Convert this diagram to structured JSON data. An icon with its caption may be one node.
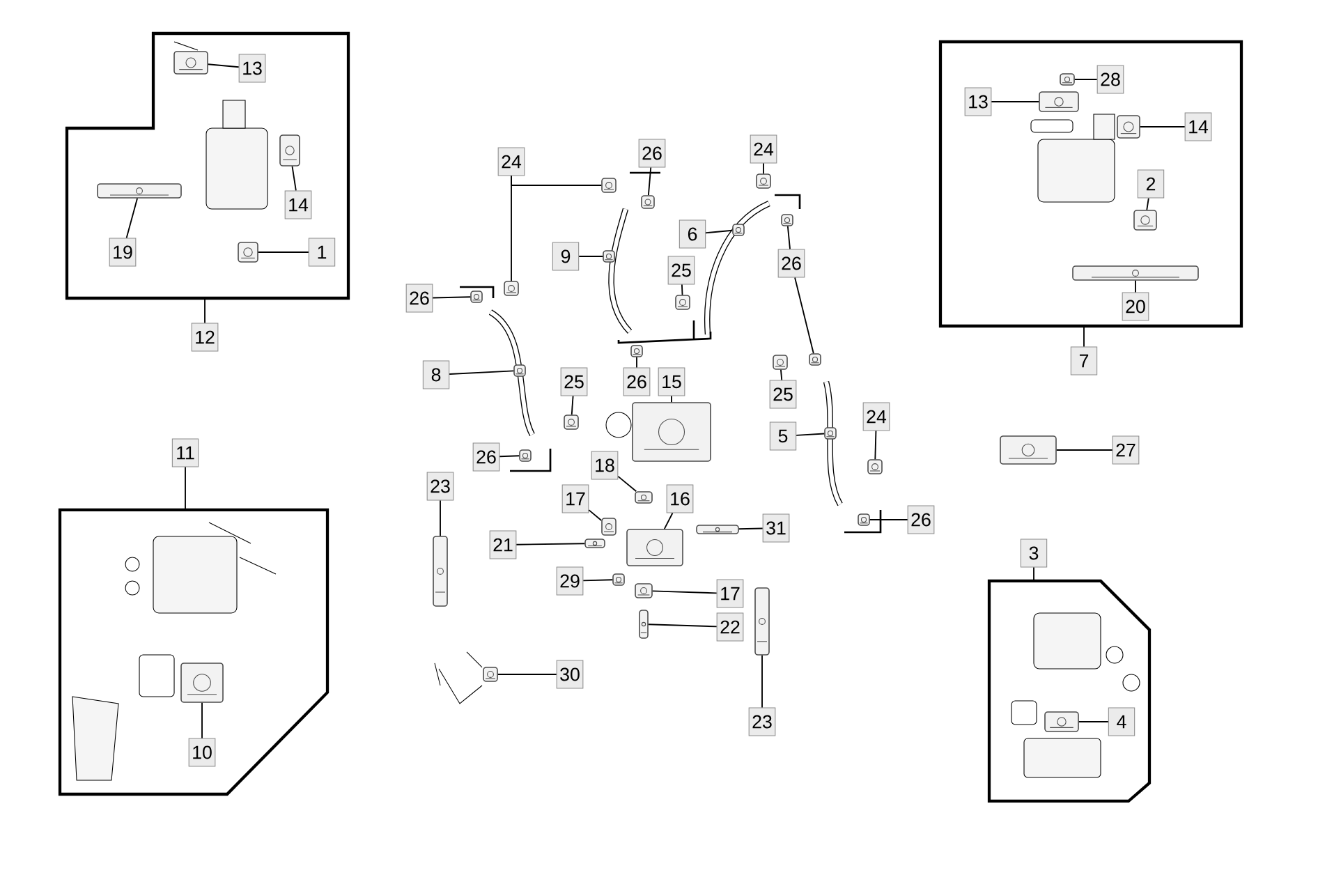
{
  "diagram": {
    "nodes": [
      {
        "text": [],
        "shape": "box"
      },
      {
        "text": [
          "13"
        ],
        "in": 0
      },
      {
        "text": [
          "14"
        ],
        "in": 0
      },
      {
        "text": [
          "1"
        ],
        "in": 0
      },
      {
        "text": [
          "19"
        ],
        "in": 0
      },
      {
        "text": [
          "12"
        ]
      },
      {
        "text": [],
        "shape": "box"
      },
      {
        "text": [
          "28"
        ],
        "in": 6
      },
      {
        "text": [
          "13"
        ],
        "in": 6
      },
      {
        "text": [
          "14"
        ],
        "in": 6
      },
      {
        "text": [
          "2"
        ],
        "in": 6
      },
      {
        "text": [
          "20"
        ],
        "in": 6
      },
      {
        "text": [
          "7"
        ]
      },
      {
        "text": [
          "24"
        ]
      },
      {
        "text": [
          "26"
        ]
      },
      {
        "text": [
          "24"
        ]
      },
      {
        "text": [
          "6"
        ]
      },
      {
        "text": [
          "9"
        ]
      },
      {
        "text": [
          "25"
        ]
      },
      {
        "text": [
          "26"
        ]
      },
      {
        "text": [
          "26"
        ]
      },
      {
        "text": [
          "8"
        ]
      },
      {
        "text": [
          "25"
        ]
      },
      {
        "text": [
          "26"
        ]
      },
      {
        "text": [
          "15"
        ]
      },
      {
        "text": [
          "26"
        ]
      },
      {
        "text": [
          "5"
        ]
      },
      {
        "text": [
          "25"
        ]
      },
      {
        "text": [
          "24"
        ]
      },
      {
        "text": [
          "26"
        ]
      },
      {
        "text": [
          "27"
        ]
      },
      {
        "text": [
          "11"
        ]
      },
      {
        "text": [],
        "shape": "box"
      },
      {
        "text": [
          "10"
        ],
        "in": 32
      },
      {
        "text": [
          "18"
        ]
      },
      {
        "text": [
          "17"
        ]
      },
      {
        "text": [
          "16"
        ]
      },
      {
        "text": [
          "31"
        ]
      },
      {
        "text": [
          "23"
        ]
      },
      {
        "text": [
          "21"
        ]
      },
      {
        "text": [
          "29"
        ]
      },
      {
        "text": [
          "17"
        ]
      },
      {
        "text": [
          "22"
        ]
      },
      {
        "text": [
          "30"
        ]
      },
      {
        "text": [
          "23"
        ]
      },
      {
        "text": [
          "3"
        ]
      },
      {
        "text": [],
        "shape": "box"
      },
      {
        "text": [
          "4"
        ],
        "in": 46
      },
      {
        "text": [],
        "shape": "picture",
        "in": 0
      },
      {
        "text": [],
        "shape": "picture",
        "in": 0
      },
      {
        "text": [],
        "shape": "picture",
        "in": 0
      },
      {
        "text": [],
        "shape": "picture",
        "in": 0
      },
      {
        "text": [],
        "shape": "picture",
        "in": 6
      },
      {
        "text": [],
        "shape": "picture",
        "in": 6
      },
      {
        "text": [],
        "shape": "picture",
        "in": 6
      },
      {
        "text": [],
        "shape": "picture",
        "in": 6
      },
      {
        "text": [],
        "shape": "picture",
        "in": 6
      },
      {
        "text": [],
        "shape": "picture"
      },
      {
        "text": [],
        "shape": "picture"
      },
      {
        "text": [],
        "shape": "picture"
      },
      {
        "text": [],
        "shape": "picture"
      },
      {
        "text": [],
        "shape": "picture"
      },
      {
        "text": [],
        "shape": "picture"
      },
      {
        "text": [],
        "shape": "picture"
      },
      {
        "text": [],
        "shape": "picture"
      },
      {
        "text": [],
        "shape": "picture"
      },
      {
        "text": [],
        "shape": "picture"
      },
      {
        "text": [],
        "shape": "picture"
      },
      {
        "text": [],
        "shape": "picture"
      },
      {
        "text": [],
        "shape": "picture"
      },
      {
        "text": [],
        "shape": "picture"
      },
      {
        "text": [],
        "shape": "picture"
      },
      {
        "text": [],
        "shape": "picture"
      },
      {
        "text": [],
        "shape": "picture"
      },
      {
        "text": [],
        "shape": "picture"
      },
      {
        "text": [],
        "shape": "picture"
      },
      {
        "text": [],
        "shape": "picture"
      },
      {
        "text": [],
        "shape": "picture"
      },
      {
        "text": [],
        "shape": "picture"
      },
      {
        "text": [],
        "shape": "picture"
      },
      {
        "text": [],
        "shape": "picture"
      },
      {
        "text": [],
        "shape": "picture"
      },
      {
        "text": [],
        "shape": "picture"
      },
      {
        "text": [],
        "shape": "picture"
      },
      {
        "text": [],
        "shape": "picture"
      },
      {
        "text": [],
        "shape": "picture"
      },
      {
        "text": [],
        "shape": "picture"
      },
      {
        "text": [],
        "shape": "picture"
      },
      {
        "text": [],
        "shape": "picture",
        "in": 32
      },
      {
        "text": [],
        "shape": "picture",
        "in": 46
      }
    ],
    "edges": [
      {
        "from": 1,
        "to": 48,
        "arrow": "none"
      },
      {
        "from": 2,
        "to": 49,
        "arrow": "none"
      },
      {
        "from": 3,
        "to": 50,
        "arrow": "none"
      },
      {
        "from": 4,
        "to": 51,
        "arrow": "none"
      },
      {
        "from": 5,
        "to": 0,
        "arrow": "none"
      },
      {
        "from": 7,
        "to": 54,
        "arrow": "none"
      },
      {
        "from": 8,
        "to": 52,
        "arrow": "none"
      },
      {
        "from": 9,
        "to": 53,
        "arrow": "none"
      },
      {
        "from": 10,
        "to": 55,
        "arrow": "none"
      },
      {
        "from": 11,
        "to": 56,
        "arrow": "none"
      },
      {
        "from": 12,
        "to": 6,
        "arrow": "none"
      },
      {
        "from": 13,
        "to": 57,
        "arrow": "none"
      },
      {
        "from": 13,
        "to": 58,
        "arrow": "none"
      },
      {
        "from": 14,
        "to": 59,
        "arrow": "none"
      },
      {
        "from": 15,
        "to": 60,
        "arrow": "none"
      },
      {
        "from": 16,
        "to": 61,
        "arrow": "none"
      },
      {
        "from": 17,
        "to": 62,
        "arrow": "none"
      },
      {
        "from": 18,
        "to": 63,
        "arrow": "none"
      },
      {
        "from": 19,
        "to": 64,
        "arrow": "none"
      },
      {
        "from": 19,
        "to": 65,
        "arrow": "none"
      },
      {
        "from": 20,
        "to": 66,
        "arrow": "none"
      },
      {
        "from": 21,
        "to": 67,
        "arrow": "none"
      },
      {
        "from": 22,
        "to": 68,
        "arrow": "none"
      },
      {
        "from": 23,
        "to": 69,
        "arrow": "none"
      },
      {
        "from": 24,
        "to": 70,
        "arrow": "none"
      },
      {
        "from": 25,
        "to": 71,
        "arrow": "none"
      },
      {
        "from": 26,
        "to": 72,
        "arrow": "none"
      },
      {
        "from": 27,
        "to": 73,
        "arrow": "none"
      },
      {
        "from": 28,
        "to": 74,
        "arrow": "none"
      },
      {
        "from": 29,
        "to": 75,
        "arrow": "none"
      },
      {
        "from": 30,
        "to": 76,
        "arrow": "none"
      },
      {
        "from": 31,
        "to": 32,
        "arrow": "none"
      },
      {
        "from": 33,
        "to": 88,
        "arrow": "none"
      },
      {
        "from": 34,
        "to": 77,
        "arrow": "none"
      },
      {
        "from": 35,
        "to": 78,
        "arrow": "none"
      },
      {
        "from": 36,
        "to": 79,
        "arrow": "none"
      },
      {
        "from": 37,
        "to": 80,
        "arrow": "none"
      },
      {
        "from": 38,
        "to": 81,
        "arrow": "none"
      },
      {
        "from": 39,
        "to": 82,
        "arrow": "none"
      },
      {
        "from": 40,
        "to": 83,
        "arrow": "none"
      },
      {
        "from": 41,
        "to": 84,
        "arrow": "none"
      },
      {
        "from": 42,
        "to": 85,
        "arrow": "none"
      },
      {
        "from": 43,
        "to": 86,
        "arrow": "none"
      },
      {
        "from": 44,
        "to": 87,
        "arrow": "none"
      },
      {
        "from": 45,
        "to": 46,
        "arrow": "none"
      },
      {
        "from": 47,
        "to": 89,
        "arrow": "none"
      }
    ]
  }
}
